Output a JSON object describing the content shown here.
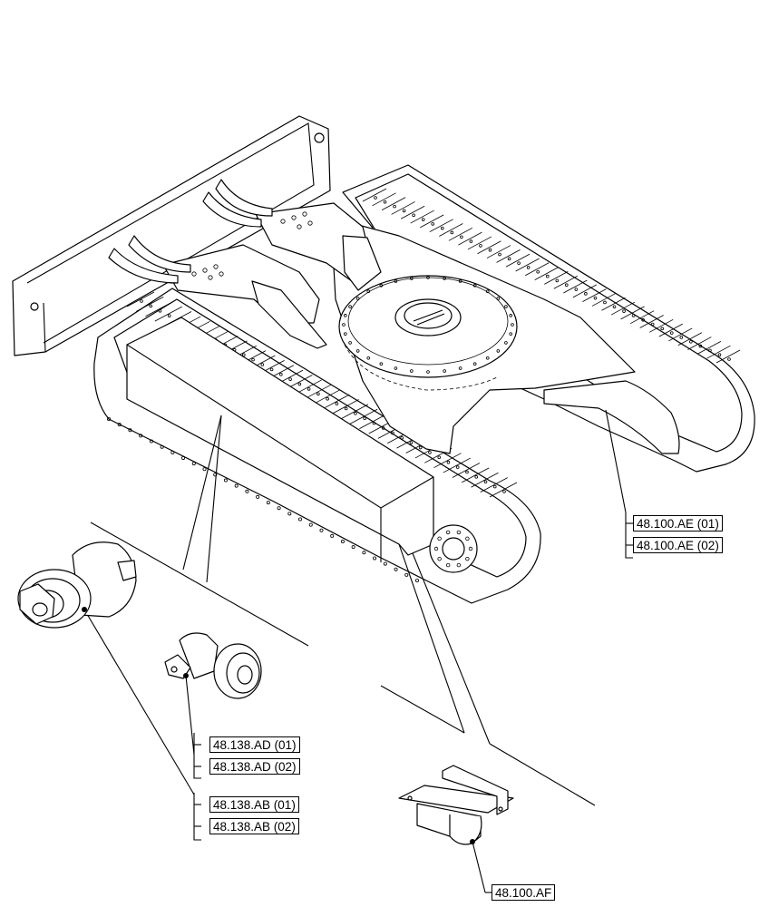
{
  "diagram": {
    "type": "exploded-parts-view",
    "callouts": {
      "undercarriage_right": [
        {
          "id": "ae01",
          "label": "48.100.AE (01)"
        },
        {
          "id": "ae02",
          "label": "48.100.AE (02)"
        }
      ],
      "carrier_roller": [
        {
          "id": "ad01",
          "label": "48.138.AD (01)"
        },
        {
          "id": "ad02",
          "label": "48.138.AD (02)"
        }
      ],
      "track_roller": [
        {
          "id": "ab01",
          "label": "48.138.AB (01)"
        },
        {
          "id": "ab02",
          "label": "48.138.AB (02)"
        }
      ],
      "track_guard": [
        {
          "id": "af",
          "label": "48.100.AF"
        }
      ]
    },
    "components": [
      {
        "name": "dozer-blade"
      },
      {
        "name": "left-track-frame"
      },
      {
        "name": "right-track-frame"
      },
      {
        "name": "swing-bearing-ring"
      },
      {
        "name": "track-roller"
      },
      {
        "name": "carrier-roller"
      },
      {
        "name": "track-guard"
      }
    ]
  }
}
